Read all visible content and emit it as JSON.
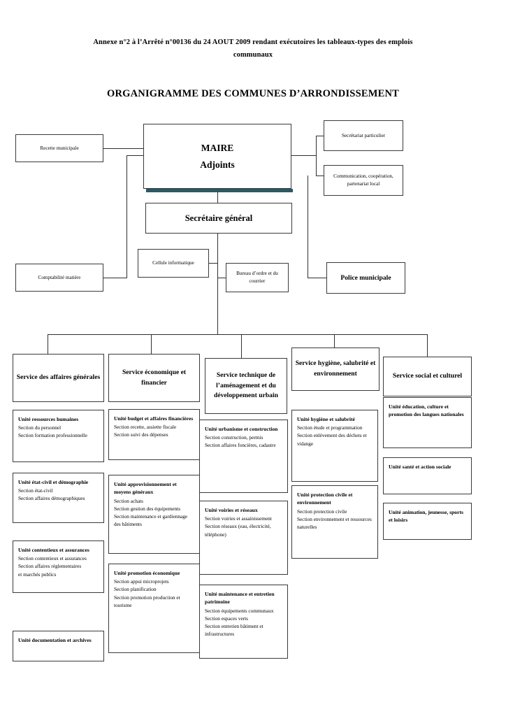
{
  "document": {
    "annex_title": "Annexe n°2 à l’Arrêté n°00136 du 24 AOUT 2009 rendant exécutoires les tableaux-types des emplois communaux",
    "chart_title": "ORGANIGRAMME DES COMMUNES D’ARRONDISSEMENT",
    "accent_color": "#2b5a64",
    "border_color": "#3a3a3a"
  },
  "top": {
    "recette_municipale": "Recette municipale",
    "maire_line1": "MAIRE",
    "maire_line2": "Adjoints",
    "secretariat_particulier": "Secrétariat particulier",
    "communication": "Communication, coopération, partenariat local",
    "secretaire_general": "Secrétaire général",
    "cellule_informatique": "Cellule informatique",
    "bureau_ordre": "Bureau d’ordre et du courrier",
    "comptabilite_matiere": "Comptabilité matière",
    "police_municipale": "Police municipale"
  },
  "services": [
    {
      "name": "Service des affaires générales",
      "units": [
        {
          "title": "Unité ressources humaines",
          "lines": [
            "Section du personnel",
            "Section formation professionnelle"
          ]
        },
        {
          "title": "Unité état-civil et démographie",
          "lines": [
            "Section état-civil",
            "Section affaires démographiques"
          ]
        },
        {
          "title": "Unité contentieux et assurances",
          "lines": [
            "Section contentieux et assurances",
            "Section affaires réglementaires",
            "et marchés publics"
          ]
        },
        {
          "title": "Unité documentation et archives",
          "lines": []
        }
      ]
    },
    {
      "name": "Service économique et financier",
      "units": [
        {
          "title": "Unité budget et affaires financières",
          "lines": [
            "Section recette, assiette fiscale",
            "Section suivi des dépenses"
          ]
        },
        {
          "title": "Unité approvisionnement et moyens généraux",
          "lines": [
            "Section achats",
            "Section gestion des équipements",
            "Section maintenance et gardiennage des bâtiments"
          ]
        },
        {
          "title": "Unité promotion économique",
          "lines": [
            "Section appui microprojets",
            "Section planification",
            "Section promotion production et tourisme"
          ]
        }
      ]
    },
    {
      "name": "Service technique de l’aménagement et du développement urbain",
      "units": [
        {
          "title": "Unité urbanisme et construction",
          "lines": [
            "Section construction, permis",
            "Section affaires foncières, cadastre"
          ]
        },
        {
          "title": "Unité voiries et réseaux",
          "lines": [
            "Section voiries et assainissement",
            "Section réseaux (eau, électricité, téléphone)"
          ]
        },
        {
          "title": "Unité maintenance et entretien patrimoine",
          "lines": [
            "Section équipements communaux",
            "Section espaces verts",
            "Section entretien bâtiment et infrastructures"
          ]
        }
      ]
    },
    {
      "name": "Service hygiène, salubrité et environnement",
      "units": [
        {
          "title": "Unité hygiène et salubrité",
          "lines": [
            "Section étude et programmation",
            "Section enlèvement des déchets et vidange"
          ]
        },
        {
          "title": "Unité protection civile et environnement",
          "lines": [
            "Section protection civile",
            "Section environnement et ressources naturelles"
          ]
        }
      ]
    },
    {
      "name": "Service social et culturel",
      "units": [
        {
          "title": "Unité éducation, culture et promotion des langues nationales",
          "lines": []
        },
        {
          "title": "Unité santé et action sociale",
          "lines": []
        },
        {
          "title": "Unité animation, jeunesse, sports et loisirs",
          "lines": []
        }
      ]
    }
  ]
}
